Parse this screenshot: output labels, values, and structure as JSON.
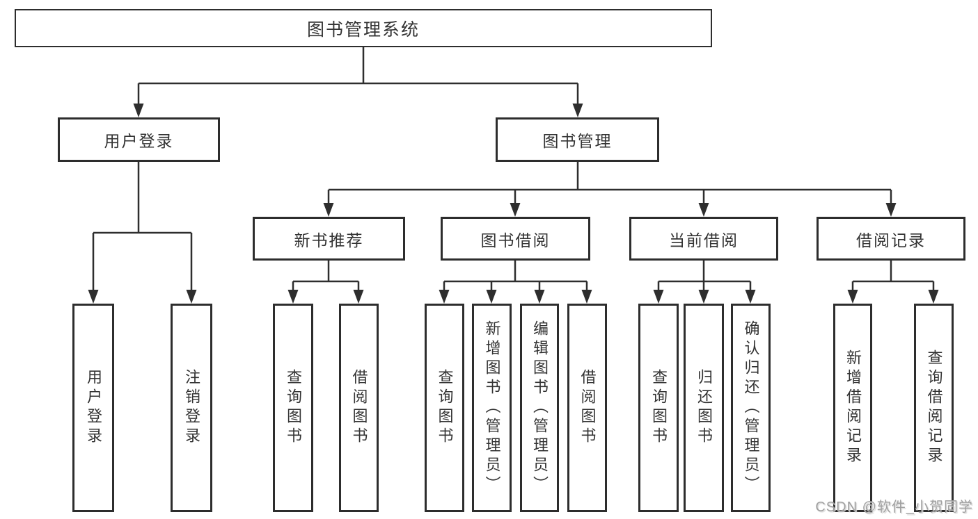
{
  "diagram_title": "图书管理系统",
  "colors": {
    "line": "#2e2e2e",
    "box_border": "#2d2d2d",
    "text": "#333333",
    "background": "#ffffff",
    "watermark": "#a0a0a0"
  },
  "tree": {
    "label": "图书管理系统",
    "children": [
      {
        "label": "用户登录",
        "children": [
          {
            "label": "用户登录"
          },
          {
            "label": "注销登录"
          }
        ]
      },
      {
        "label": "图书管理",
        "children": [
          {
            "label": "新书推荐",
            "children": [
              {
                "label": "查询图书"
              },
              {
                "label": "借阅图书"
              }
            ]
          },
          {
            "label": "图书借阅",
            "children": [
              {
                "label": "查询图书"
              },
              {
                "label": "新增图书（管理员）"
              },
              {
                "label": "编辑图书（管理员）"
              },
              {
                "label": "借阅图书"
              }
            ]
          },
          {
            "label": "当前借阅",
            "children": [
              {
                "label": "查询图书"
              },
              {
                "label": "归还图书"
              },
              {
                "label": "确认归还（管理员）"
              }
            ]
          },
          {
            "label": "借阅记录",
            "children": [
              {
                "label": "新增借阅记录"
              },
              {
                "label": "查询借阅记录"
              }
            ]
          }
        ]
      }
    ]
  },
  "watermark": {
    "text": "CSDN @软件_小贺同学"
  }
}
